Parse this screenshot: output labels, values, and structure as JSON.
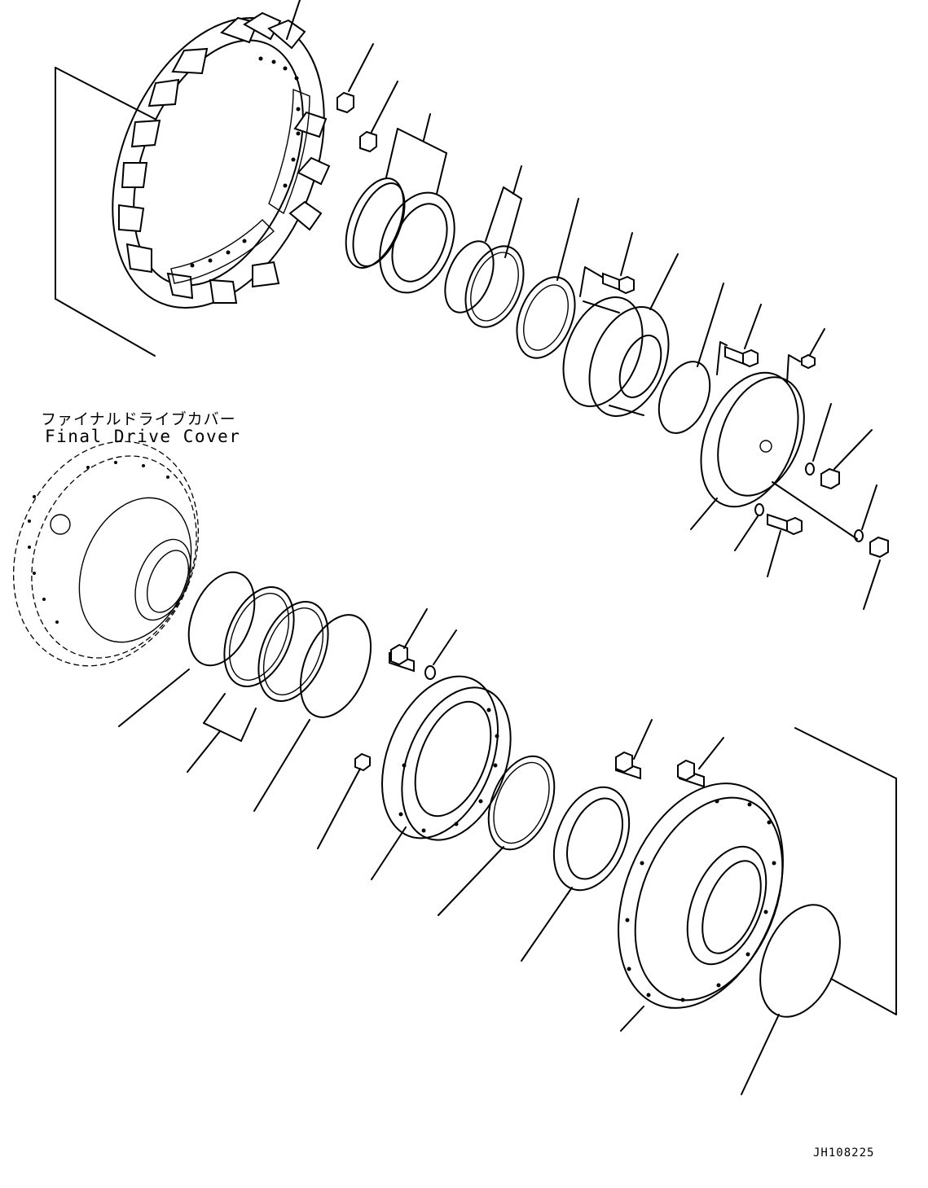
{
  "diagram": {
    "callout_jp": "ファイナルドライブカバー",
    "callout_en": "Final Drive Cover",
    "drawing_code": "JH108225"
  },
  "colors": {
    "line": "#000000",
    "background": "#ffffff"
  }
}
